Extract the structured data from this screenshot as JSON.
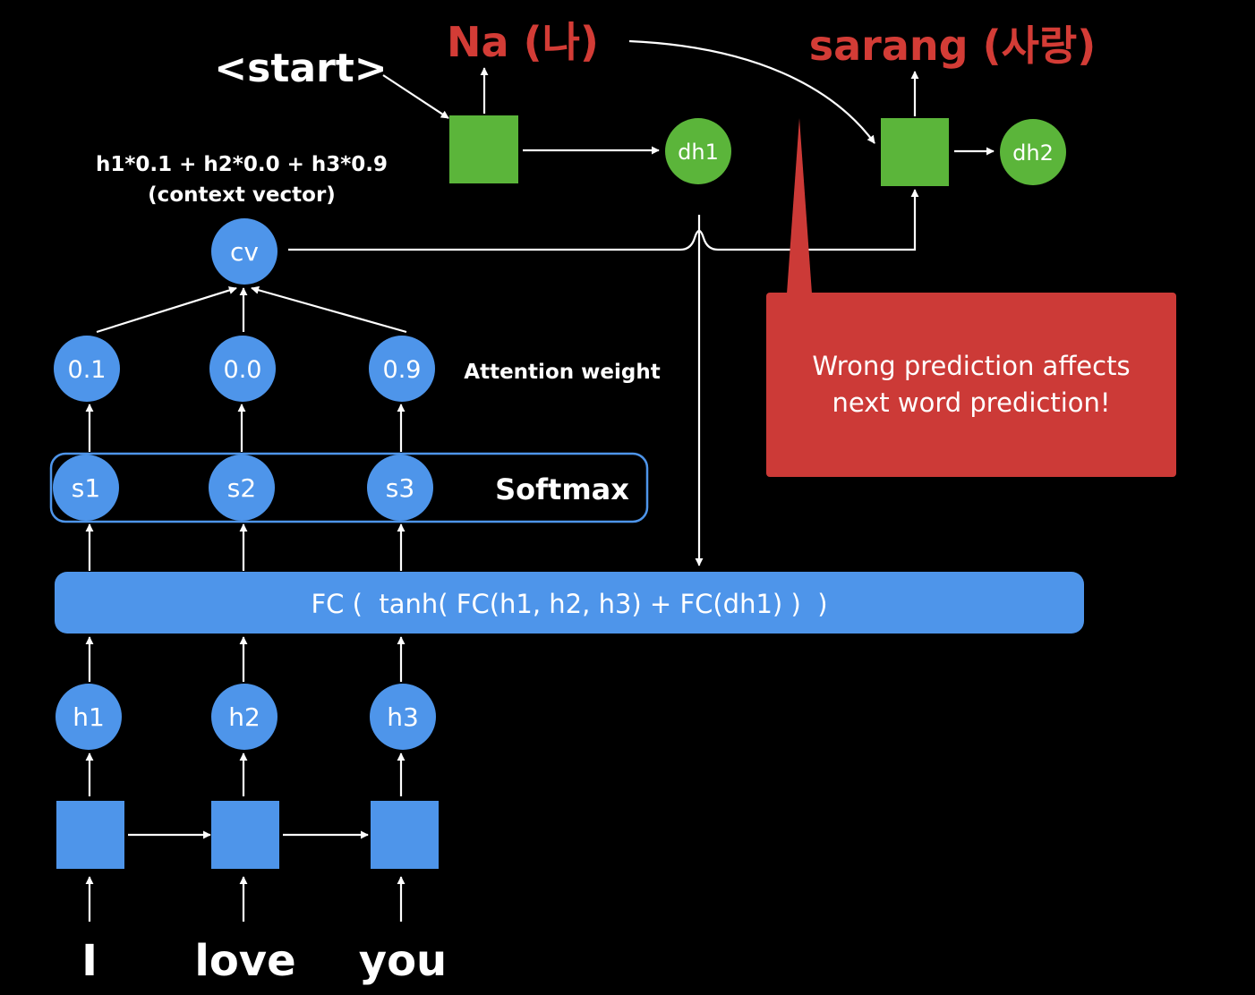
{
  "decoder": {
    "start_token": "<start>",
    "output_1": "Na (나)",
    "output_2": "sarang (사랑)",
    "state_1": "dh1",
    "state_2": "dh2"
  },
  "context": {
    "formula": "h1*0.1 + h2*0.0 + h3*0.9",
    "caption": "(context vector)",
    "node": "cv"
  },
  "attention": {
    "label": "Attention weight",
    "weights": [
      "0.1",
      "0.0",
      "0.9"
    ]
  },
  "softmax": {
    "label": "Softmax",
    "scores": [
      "s1",
      "s2",
      "s3"
    ]
  },
  "fc_bar": "FC (  tanh( FC(h1, h2, h3) + FC(dh1) )  )",
  "encoder": {
    "states": [
      "h1",
      "h2",
      "h3"
    ],
    "inputs": [
      "I",
      "love",
      "you"
    ]
  },
  "callout": {
    "line1": "Wrong prediction affects",
    "line2": "next word prediction!"
  },
  "colors": {
    "blue": "#4e95ea",
    "green": "#5bb53a",
    "red_text": "#d33c36",
    "callout": "#cc3a37"
  }
}
